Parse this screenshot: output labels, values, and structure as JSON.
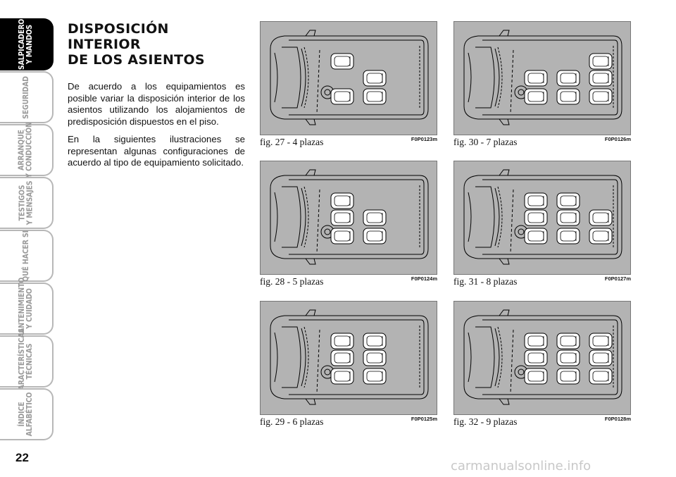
{
  "sidebar": {
    "tabs": [
      {
        "label": "SALPICADERO\nY MANDOS",
        "active": true
      },
      {
        "label": "SEGURIDAD",
        "active": false
      },
      {
        "label": "ARRANQUE\nY CONDUCCIÓN",
        "active": false
      },
      {
        "label": "TESTIGOS\nY MENSAJES",
        "active": false
      },
      {
        "label": "QUÉ HACER SI",
        "active": false
      },
      {
        "label": "MANTENIMIENTO\nY CUIDADO",
        "active": false
      },
      {
        "label": "CARACTERÍSTICAS\nTÉCNICAS",
        "active": false
      },
      {
        "label": "ÍNDICE\nALFABÉTICO",
        "active": false
      }
    ]
  },
  "page_number": "22",
  "title": "DISPOSICIÓN\nINTERIOR\nDE LOS ASIENTOS",
  "paragraphs": [
    "De acuerdo a los equipamientos es posible variar la disposición interior de los asientos utilizando los alojamientos de predisposición dispuestos en el piso.",
    "En la siguientes ilustraciones se representan algunas configuraciones de acuerdo al tipo de equipamiento solicitado."
  ],
  "figures": [
    {
      "caption": "fig. 27 - 4 plazas",
      "code": "F0P0123m",
      "seats": 4
    },
    {
      "caption": "fig. 30 - 7 plazas",
      "code": "F0P0126m",
      "seats": 7
    },
    {
      "caption": "fig. 28 - 5 plazas",
      "code": "F0P0124m",
      "seats": 5
    },
    {
      "caption": "fig. 31 - 8 plazas",
      "code": "F0P0127m",
      "seats": 8
    },
    {
      "caption": "fig. 29 - 6 plazas",
      "code": "F0P0125m",
      "seats": 6
    },
    {
      "caption": "fig. 32 - 9 plazas",
      "code": "F0P0128m",
      "seats": 9
    }
  ],
  "watermark": "carmanualsonline.info"
}
